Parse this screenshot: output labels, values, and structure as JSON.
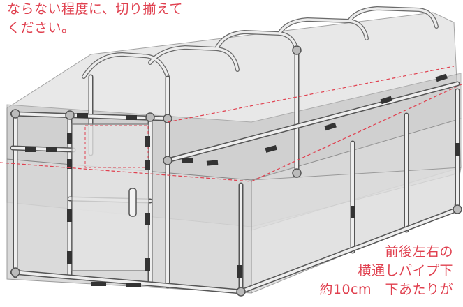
{
  "instructions_top": {
    "line1": "ならない程度に、切り揃えて",
    "line2": "ください。"
  },
  "instructions_bottom": {
    "line1": "前後左右の",
    "line2": "横通しパイプ下",
    "line3": "約10cm　下あたりが"
  },
  "colors": {
    "text_accent": "#e0404f",
    "frame_stroke": "#4a4a4a",
    "pipe_fill": "#e9e9e9",
    "cover_fill": "#d9d9d9",
    "guide_line": "#e0404f"
  },
  "illustration": {
    "subject": "pipe-frame-greenhouse-with-cover",
    "door_label": "door-panel"
  }
}
